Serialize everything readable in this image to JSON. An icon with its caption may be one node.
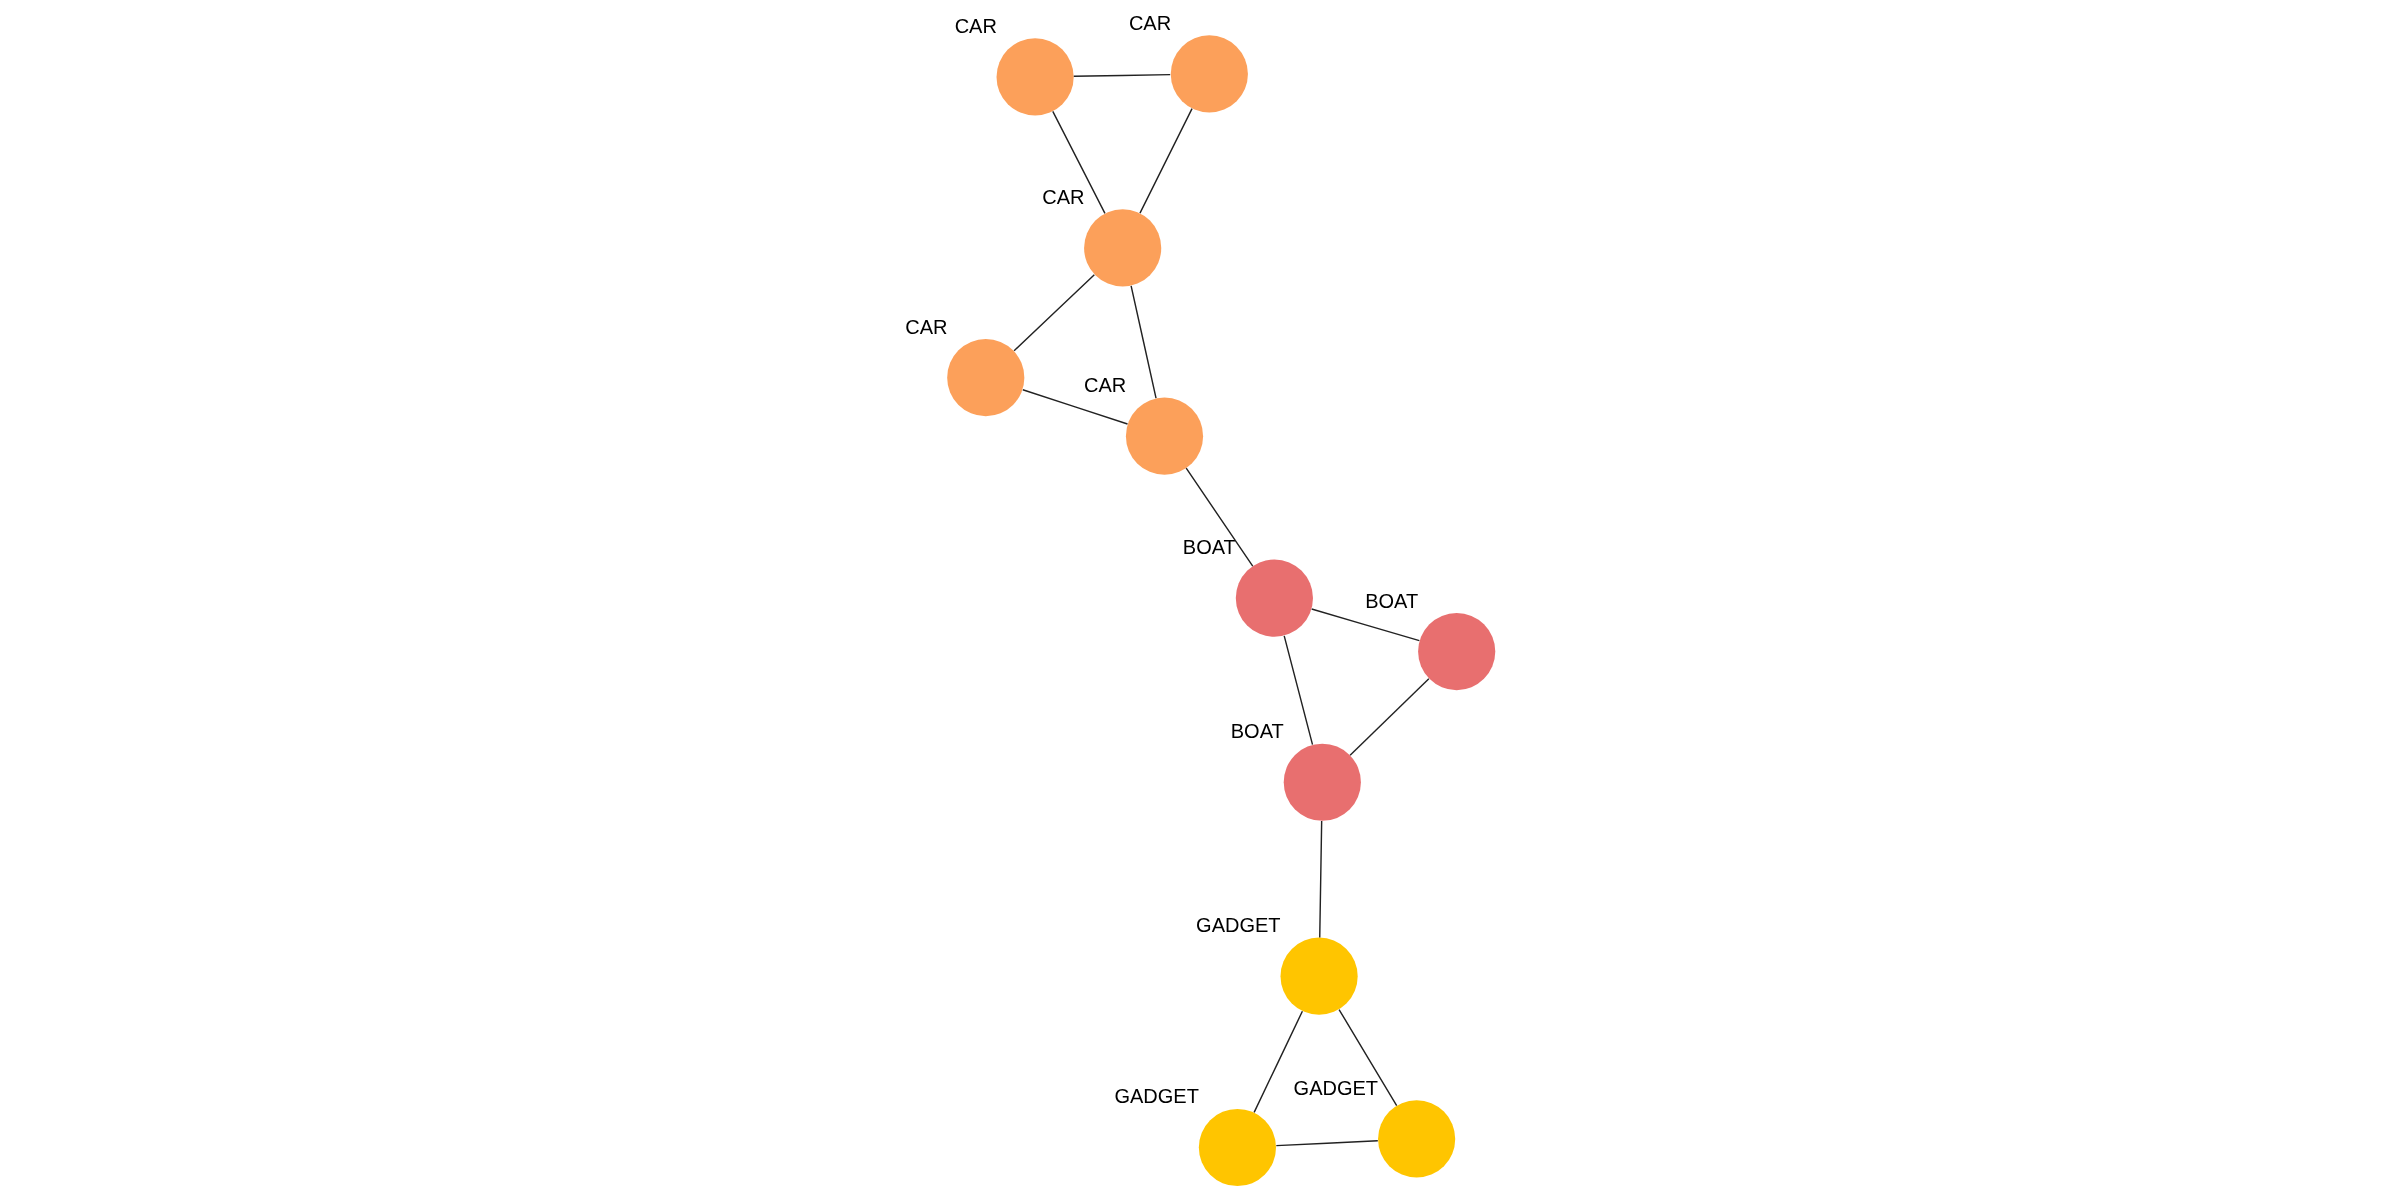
{
  "diagram": {
    "nodes": [
      {
        "text": [],
        "shape": "circle",
        "beside": [
          "CAR"
        ]
      },
      {
        "text": [],
        "shape": "circle",
        "beside": [
          "CAR"
        ]
      },
      {
        "text": [],
        "shape": "circle",
        "beside": [
          "CAR"
        ]
      },
      {
        "text": [],
        "shape": "circle",
        "beside": [
          "CAR"
        ]
      },
      {
        "text": [],
        "shape": "circle",
        "beside": [
          "CAR"
        ]
      },
      {
        "text": [],
        "shape": "circle",
        "beside": [
          "BOAT"
        ]
      },
      {
        "text": [],
        "shape": "circle",
        "beside": [
          "BOAT"
        ]
      },
      {
        "text": [],
        "shape": "circle",
        "beside": [
          "BOAT"
        ]
      },
      {
        "text": [],
        "shape": "circle",
        "beside": [
          "GADGET"
        ]
      },
      {
        "text": [],
        "shape": "circle",
        "beside": [
          "GADGET"
        ]
      },
      {
        "text": [],
        "shape": "circle",
        "beside": [
          "GADGET"
        ]
      }
    ],
    "edges": [
      {
        "from": 0,
        "to": 1,
        "arrow": "none"
      },
      {
        "from": 0,
        "to": 2,
        "arrow": "none"
      },
      {
        "from": 1,
        "to": 2,
        "arrow": "none"
      },
      {
        "from": 1,
        "to": 6,
        "arrow": "none"
      },
      {
        "from": 2,
        "to": 3,
        "arrow": "none"
      },
      {
        "from": 2,
        "to": 4,
        "arrow": "none"
      },
      {
        "from": 3,
        "to": 4,
        "arrow": "none"
      },
      {
        "from": 5,
        "to": 6,
        "arrow": "none"
      },
      {
        "from": 5,
        "to": 7,
        "arrow": "none"
      },
      {
        "from": 6,
        "to": 7,
        "arrow": "none"
      },
      {
        "from": 7,
        "to": 9,
        "arrow": "none"
      },
      {
        "from": 8,
        "to": 9,
        "arrow": "none"
      },
      {
        "from": 8,
        "to": 10,
        "arrow": "none"
      },
      {
        "from": 9,
        "to": 10,
        "arrow": "none"
      }
    ]
  }
}
